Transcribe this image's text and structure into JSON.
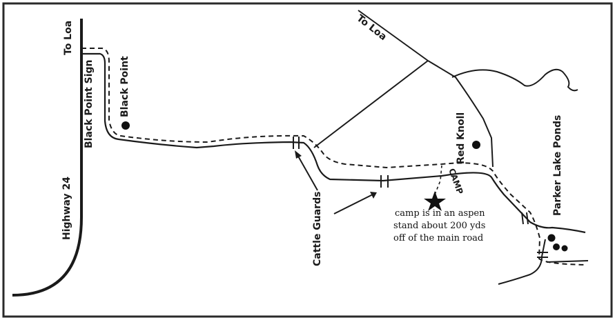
{
  "map": {
    "labels": {
      "to_loa_left": "To Loa",
      "to_loa_top": "To Loa",
      "black_point_sign": "Black Point Sign",
      "black_point": "Black Point",
      "highway_24": "Highway 24",
      "red_knoll": "Red Knoll",
      "parker_lake_ponds": "Parker Lake Ponds",
      "cattle_guards": "Cattle Guards",
      "camp": "CAMP"
    },
    "note_lines": [
      "camp is in an aspen",
      "stand about 200 yds",
      "off of the main road"
    ],
    "icons": {
      "camp_marker": "star",
      "landmark_marker": "filled-circle"
    }
  }
}
